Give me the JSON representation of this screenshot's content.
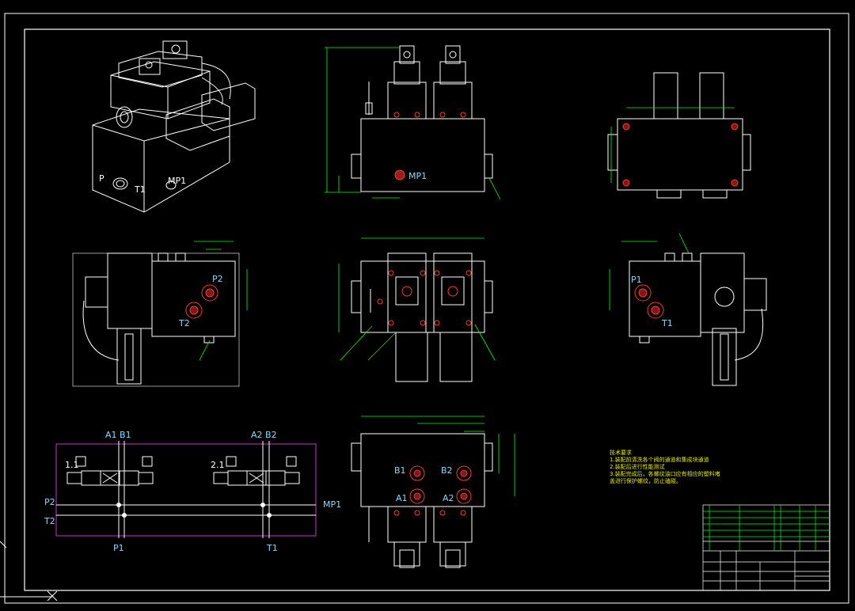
{
  "labels": {
    "mp1_front": "MP1",
    "p2_left": "P2",
    "t2_left": "T2",
    "p1_right": "P1",
    "t1_right": "T1",
    "b1": "B1",
    "b2": "B2",
    "a1": "A1",
    "a2": "A2",
    "iso_p": "P",
    "iso_t1": "T1",
    "iso_mp1": "MP1"
  },
  "schematic": {
    "a1b1": "A1 B1",
    "a2b2": "A2 B2",
    "p2": "P2",
    "t2": "T2",
    "mp1": "MP1",
    "p1": "P1",
    "t1": "T1",
    "s1": "1.1",
    "s2": "2.1"
  },
  "tech_notes": {
    "title": "技术要求",
    "line1": "1.装配前清洗各个阀的通道和集成块通道",
    "line2": "2.装配后进行性能测试",
    "line3": "3.装配完成后，各螺纹油口应有相应的塑料堵",
    "line4": "盖进行保护螺纹，防止磕碰。"
  },
  "colors": {
    "background": "#000000",
    "lines": "#ffffff",
    "dimension": "#00ff00",
    "ports": "#ff3333",
    "labels": "#7fdcff",
    "schematic_border": "#cc33cc",
    "notes": "#e6e600"
  }
}
